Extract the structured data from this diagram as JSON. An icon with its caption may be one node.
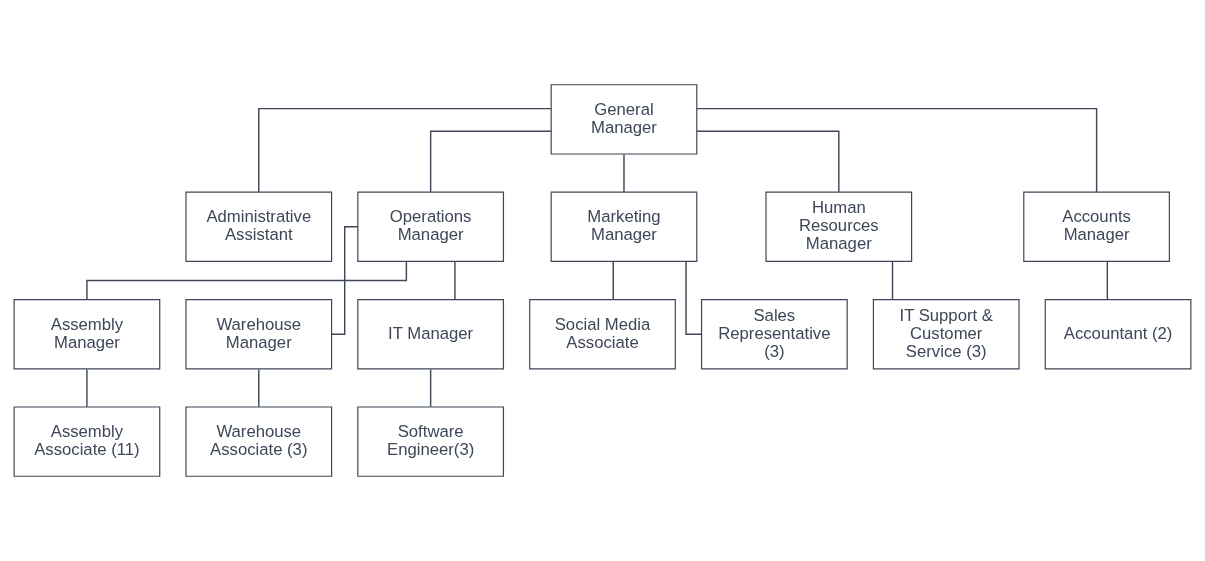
{
  "diagram": {
    "nodes": [
      {
        "text": [
          "General Manager"
        ]
      },
      {
        "text": [
          "Administrative Assistant"
        ]
      },
      {
        "text": [
          "Operations Manager"
        ]
      },
      {
        "text": [
          "Marketing Manager"
        ]
      },
      {
        "text": [
          "Human Resources Manager"
        ]
      },
      {
        "text": [
          "Accounts Manager"
        ]
      },
      {
        "text": [
          "Assembly Manager"
        ]
      },
      {
        "text": [
          "Warehouse Manager"
        ]
      },
      {
        "text": [
          "IT Manager"
        ]
      },
      {
        "text": [
          "Assembly Associate (11)"
        ]
      },
      {
        "text": [
          "Warehouse Associate (3)"
        ]
      },
      {
        "text": [
          "Software Engineer(3)"
        ]
      },
      {
        "text": [
          "Social Media Associate"
        ]
      },
      {
        "text": [
          "Sales Representative (3)"
        ]
      },
      {
        "text": [
          "IT Support & Customer Service (3)"
        ]
      },
      {
        "text": [
          "Accountant (2)"
        ]
      }
    ],
    "edges": [
      {
        "from": 0,
        "to": 1,
        "arrow": "none"
      },
      {
        "from": 0,
        "to": 2,
        "arrow": "none"
      },
      {
        "from": 0,
        "to": 3,
        "arrow": "none"
      },
      {
        "from": 0,
        "to": 4,
        "arrow": "none"
      },
      {
        "from": 0,
        "to": 5,
        "arrow": "none"
      },
      {
        "from": 2,
        "to": 6,
        "arrow": "none"
      },
      {
        "from": 2,
        "to": 7,
        "arrow": "none"
      },
      {
        "from": 2,
        "to": 8,
        "arrow": "none"
      },
      {
        "from": 6,
        "to": 9,
        "arrow": "none"
      },
      {
        "from": 7,
        "to": 10,
        "arrow": "none"
      },
      {
        "from": 8,
        "to": 11,
        "arrow": "none"
      },
      {
        "from": 3,
        "to": 12,
        "arrow": "none"
      },
      {
        "from": 3,
        "to": 13,
        "arrow": "none"
      },
      {
        "from": 4,
        "to": 14,
        "arrow": "none"
      },
      {
        "from": 5,
        "to": 15,
        "arrow": "none"
      }
    ]
  }
}
